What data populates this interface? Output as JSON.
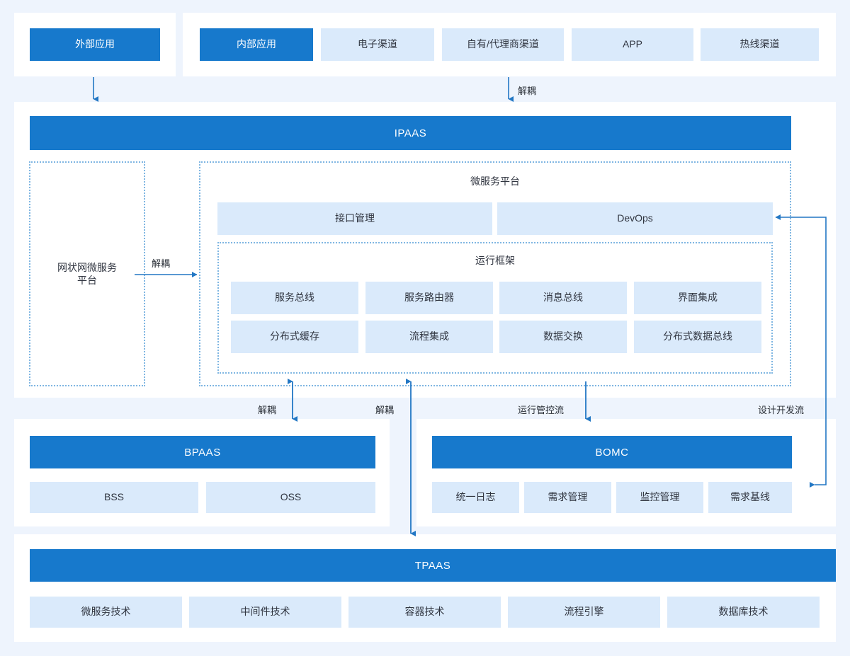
{
  "theme": {
    "page_background": "#eef4fd",
    "panel_background": "#ffffff",
    "accent_blue": "#1779cc",
    "light_blue": "#daeafb",
    "dotted_border": "#7fb6e2",
    "arrow_color": "#2277c4",
    "text_dark": "#303540",
    "text_light": "#ffffff"
  },
  "top_row": {
    "external_panel": {
      "items": [
        {
          "label": "外部应用",
          "style": "dark"
        }
      ]
    },
    "internal_panel": {
      "items": [
        {
          "label": "内部应用",
          "style": "dark"
        },
        {
          "label": "电子渠道",
          "style": "light"
        },
        {
          "label": "自有/代理商渠道",
          "style": "light"
        },
        {
          "label": "APP",
          "style": "light"
        },
        {
          "label": "热线渠道",
          "style": "light"
        }
      ]
    }
  },
  "ipaas": {
    "title": "IPAAS",
    "mesh_platform": {
      "label": "网状网微服务\n平台"
    },
    "microservice_platform": {
      "title": "微服务平台",
      "top_modules": [
        {
          "label": "接口管理"
        },
        {
          "label": "DevOps"
        }
      ],
      "runtime_framework": {
        "title": "运行框架",
        "modules": [
          {
            "label": "服务总线"
          },
          {
            "label": "服务路由器"
          },
          {
            "label": "消息总线"
          },
          {
            "label": "界面集成"
          },
          {
            "label": "分布式缓存"
          },
          {
            "label": "流程集成"
          },
          {
            "label": "数据交换"
          },
          {
            "label": "分布式数据总线"
          }
        ]
      }
    }
  },
  "bpaas": {
    "title": "BPAAS",
    "modules": [
      {
        "label": "BSS"
      },
      {
        "label": "OSS"
      }
    ]
  },
  "bomc": {
    "title": "BOMC",
    "modules": [
      {
        "label": "统一日志"
      },
      {
        "label": "需求管理"
      },
      {
        "label": "监控管理"
      },
      {
        "label": "需求基线"
      }
    ]
  },
  "tpaas": {
    "title": "TPAAS",
    "modules": [
      {
        "label": "微服务技术"
      },
      {
        "label": "中间件技术"
      },
      {
        "label": "容器技术"
      },
      {
        "label": "流程引擎"
      },
      {
        "label": "数据库技术"
      }
    ]
  },
  "connectors": [
    {
      "id": "external-to-ipaas",
      "label": "",
      "direction": "down"
    },
    {
      "id": "channels-to-ipaas",
      "label": "解耦",
      "direction": "down"
    },
    {
      "id": "mesh-to-microservice",
      "label": "解耦",
      "direction": "right"
    },
    {
      "id": "microservice-to-bpaas",
      "label": "解耦",
      "direction": "both"
    },
    {
      "id": "microservice-to-tpaas",
      "label": "解耦",
      "direction": "both"
    },
    {
      "id": "microservice-to-bomc",
      "label": "运行管控流",
      "direction": "down"
    },
    {
      "id": "bomc-to-devops",
      "label": "设计开发流",
      "direction": "left"
    }
  ]
}
